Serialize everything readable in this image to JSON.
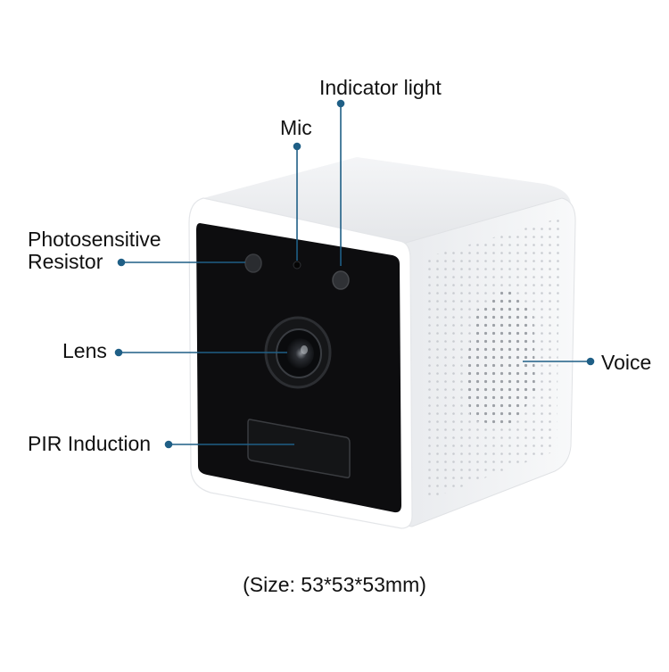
{
  "colors": {
    "leader": "#1f5f86",
    "body": "#ffffff",
    "body_shade": "#eef0f2",
    "front_panel": "#0e0e10",
    "text": "#111111"
  },
  "callouts": {
    "indicator_light": "Indicator light",
    "mic": "Mic",
    "photosensitive_line1": "Photosensitive",
    "photosensitive_line2": "Resistor",
    "lens": "Lens",
    "pir_induction": "PIR Induction",
    "voice": "Voice"
  },
  "caption": "(Size: 53*53*53mm)"
}
